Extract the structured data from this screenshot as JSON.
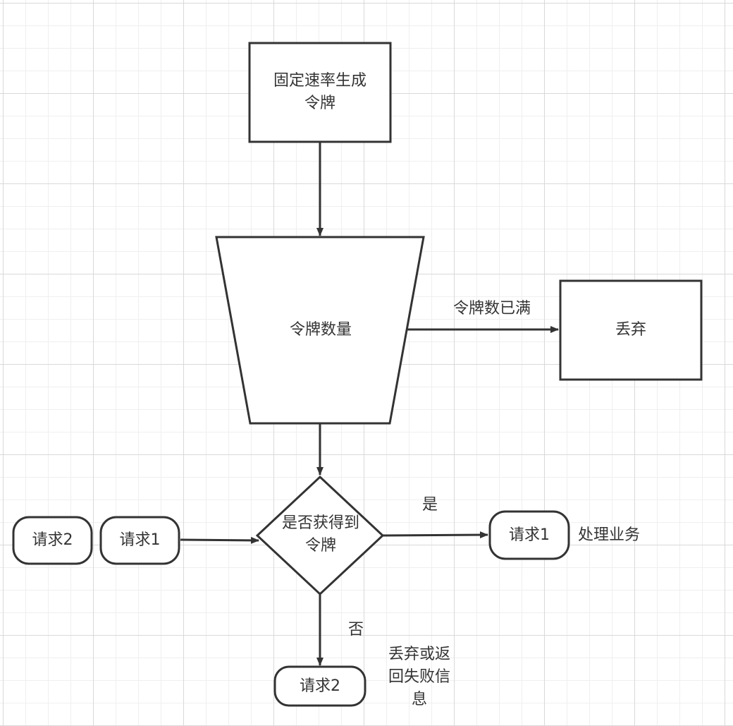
{
  "colors": {
    "stroke": "#333333",
    "fill": "#ffffff",
    "text": "#333333",
    "grid": "#d9d9d9"
  },
  "nodes": {
    "generate": {
      "line1": "固定速率生成",
      "line2": "令牌"
    },
    "bucket": "令牌数量",
    "discard": "丢弃",
    "decision": {
      "line1": "是否获得到",
      "line2": "令牌"
    },
    "request2_queue": "请求2",
    "request1_queue": "请求1",
    "request1_result": "请求1",
    "request2_result": "请求2"
  },
  "labels": {
    "full": "令牌数已满",
    "yes": "是",
    "no": "否",
    "process": "处理业务",
    "reject": {
      "line1": "丢弃或返",
      "line2": "回失败信",
      "line3": "息"
    }
  }
}
